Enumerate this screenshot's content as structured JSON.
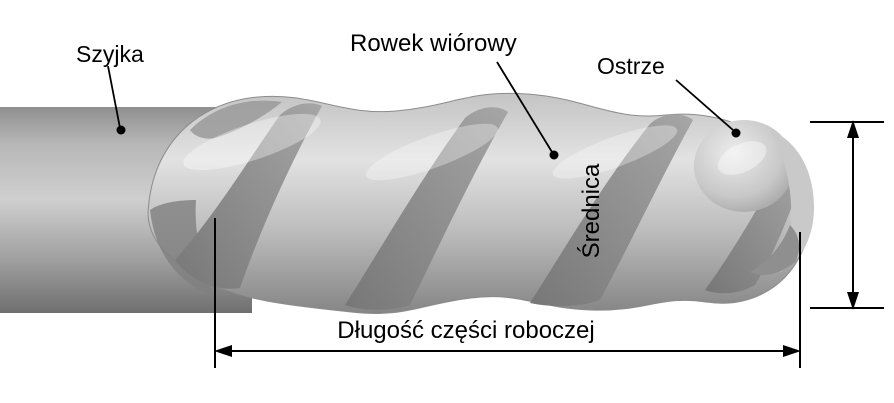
{
  "diagram": {
    "labels": {
      "neck": "Szyjka",
      "flute": "Rowek wiórowy",
      "cutting_edge": "Ostrze",
      "diameter": "Średnica",
      "working_length": "Długość części roboczej"
    },
    "colors": {
      "background": "#ffffff",
      "line": "#000000",
      "text": "#000000",
      "body_light": "#e2e2e2",
      "body_mid": "#b8b8b8",
      "body_dark": "#7a7a7a"
    }
  }
}
